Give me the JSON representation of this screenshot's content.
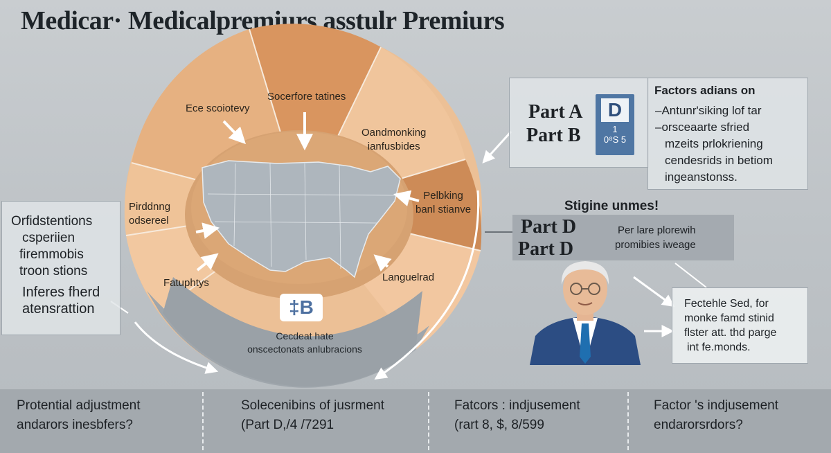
{
  "title": "Medicar· Medicalpremiurs asstulr Premiurs",
  "wheel": {
    "segments": [
      {
        "label": "Ece scoiotevy"
      },
      {
        "label": "Socerfore tatines"
      },
      {
        "label": "Oandmonking\nianfusbides"
      },
      {
        "label": "Pirddnng\nodsereel"
      },
      {
        "label": "Pelbking\nbanl stianve"
      },
      {
        "label": "Fatuphtys"
      },
      {
        "label": "Languelrad"
      }
    ],
    "center_badge": "‡B",
    "center_text": [
      "Cecdeat hate",
      "onscectonats anlubracions"
    ]
  },
  "left_box": {
    "lines": [
      "Orfidstentions",
      "csperiien",
      "firemmobis",
      "troon stions"
    ],
    "emphasis": [
      "Inferes fherd",
      "atensrattion"
    ]
  },
  "parts_box": {
    "part_a": "Part A",
    "part_b": "Part B",
    "card_letter": "D",
    "card_sub": "1",
    "card_code": "0⁸S 5",
    "heading": "Factors adians on",
    "lines": [
      "–Antunr'siking lof tar",
      "–orsceaarte sfried",
      "mzeits prlokriening",
      "cendesrids in betiom",
      "ingeanstonss."
    ]
  },
  "part_d_section": {
    "heading": "Stigine unmes!",
    "part_d_1": "Part D",
    "part_d_2": "Part D",
    "note": [
      "Per lare plorewih",
      "promibies iweage"
    ]
  },
  "right_box": {
    "lines": [
      "Fectehle Sed, for",
      "monke famd stinid",
      "flster att. thd parge",
      "int fe.monds."
    ]
  },
  "bottom": [
    {
      "line1": "Protential adjustment",
      "line2": "andarors inesbfers?"
    },
    {
      "line1": "Solecenibins of jusrment",
      "line2": "(Part D,/4 /7291"
    },
    {
      "line1": "Fatcors  :  indjusement",
      "line2": "(rart 8, $, 8/599"
    },
    {
      "line1": "Factor 's indjusement",
      "line2": "endarorsrdors?"
    }
  ],
  "colors": {
    "wheel_light": "#f0c49c",
    "wheel_mid": "#e8b482",
    "wheel_dark": "#d28f5b",
    "map": "#aeb6bd",
    "badge_blue": "#4f76a3",
    "suit_blue": "#2c4d83"
  }
}
